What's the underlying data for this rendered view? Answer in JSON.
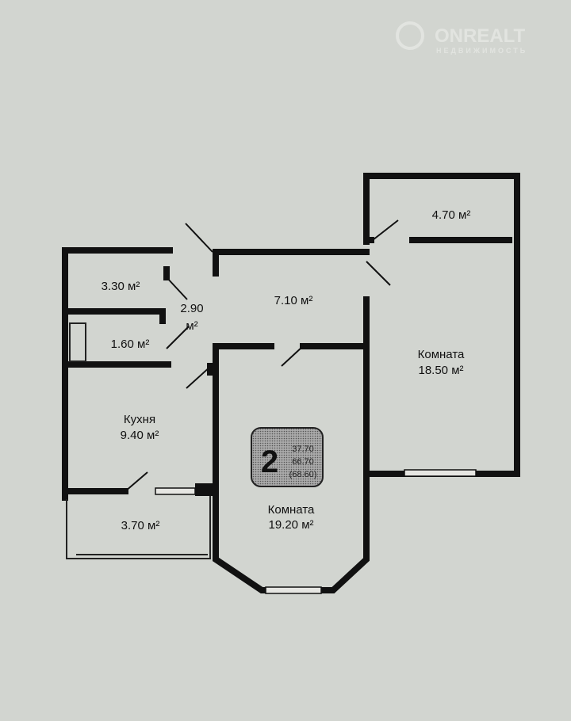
{
  "watermark": {
    "brand": "ONREALT",
    "subtitle": "НЕДВИЖИМОСТЬ"
  },
  "rooms": {
    "storage": "4.70 м²",
    "bath": "3.30 м²",
    "hall_value": "2.90",
    "hall_unit": "м²",
    "wc": "1.60 м²",
    "corridor": "7.10 м²",
    "room1_name": "Комната",
    "room1_area": "18.50 м²",
    "kitchen_name": "Кухня",
    "kitchen_area": "9.40 м²",
    "balcony": "3.70 м²",
    "room2_name": "Комната",
    "room2_area": "19.20 м²"
  },
  "badge": {
    "rooms": "2",
    "living": "37.70",
    "total": "66.70",
    "total_with_balcony": "(68.60)"
  }
}
